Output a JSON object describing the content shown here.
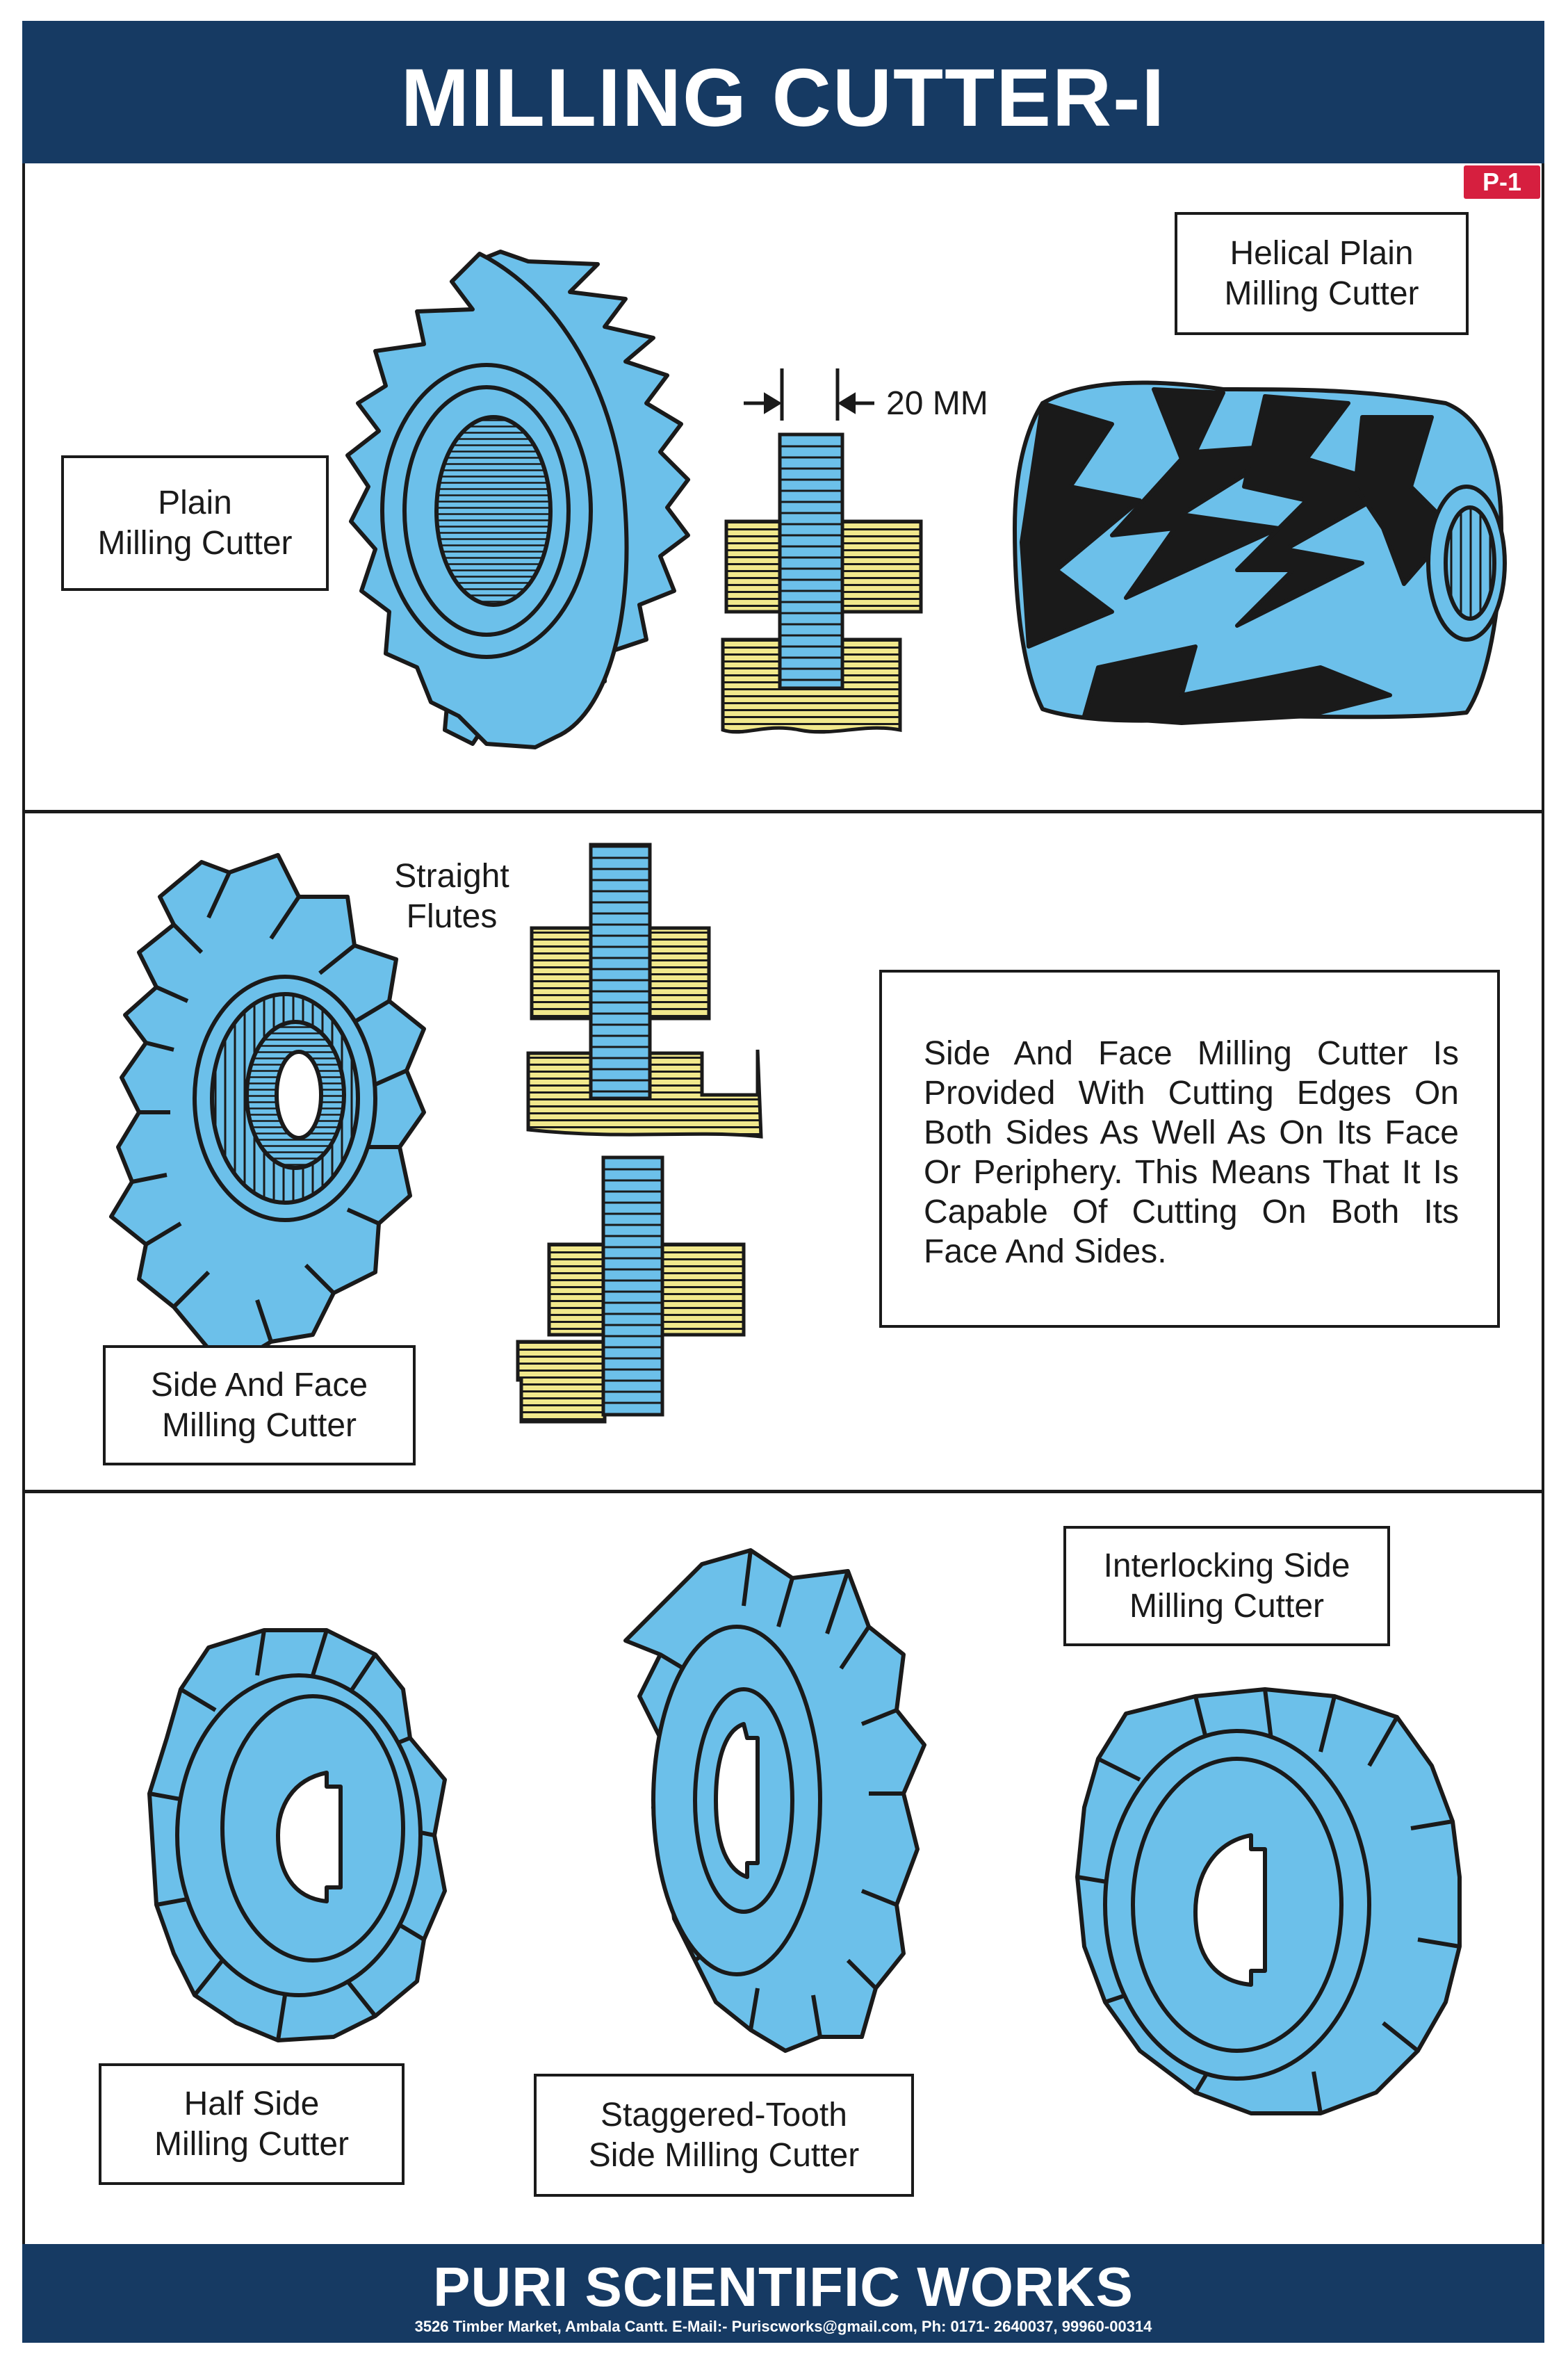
{
  "header": {
    "title": "MILLING CUTTER-I",
    "badge": "P-1"
  },
  "section1": {
    "plain_label_l1": "Plain",
    "plain_label_l2": "Milling Cutter",
    "dimension": "20 MM",
    "helical_label_l1": "Helical Plain",
    "helical_label_l2": "Milling Cutter"
  },
  "section2": {
    "flutes_l1": "Straight",
    "flutes_l2": "Flutes",
    "side_face_label_l1": "Side And Face",
    "side_face_label_l2": "Milling Cutter",
    "description": "Side And Face Milling Cutter Is Provided With Cutting Edges On Both Sides As Well As On Its Face Or Periphery. This Means That It Is Capable Of Cutting On Both Its Face And Sides."
  },
  "section3": {
    "half_side_l1": "Half Side",
    "half_side_l2": "Milling Cutter",
    "staggered_l1": "Staggered-Tooth",
    "staggered_l2": "Side Milling Cutter",
    "interlocking_l1": "Interlocking Side",
    "interlocking_l2": "Milling Cutter"
  },
  "footer": {
    "company": "PURI SCIENTIFIC WORKS",
    "address": "3526 Timber Market, Ambala Cantt. E-Mail:- Puriscworks@gmail.com, Ph: 0171- 2640037, 99960-00314"
  },
  "colors": {
    "navy": "#163a63",
    "cutter_blue": "#6cc0ea",
    "work_yellow": "#f1e88c",
    "badge_red": "#d61f3f",
    "outline": "#1a1a1a"
  }
}
